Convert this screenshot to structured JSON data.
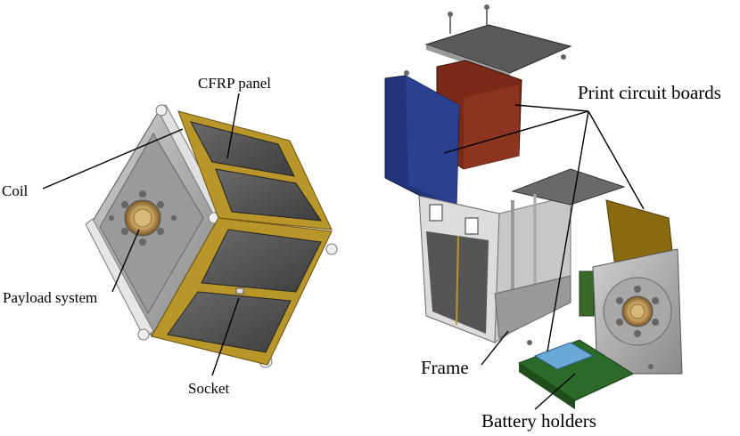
{
  "labels": {
    "cfrp_panel": "CFRP panel",
    "coil": "Coil",
    "payload_system": "Payload system",
    "socket": "Socket",
    "print_circuit_boards": "Print circuit boards",
    "frame": "Frame",
    "battery_holders": "Battery holders"
  }
}
